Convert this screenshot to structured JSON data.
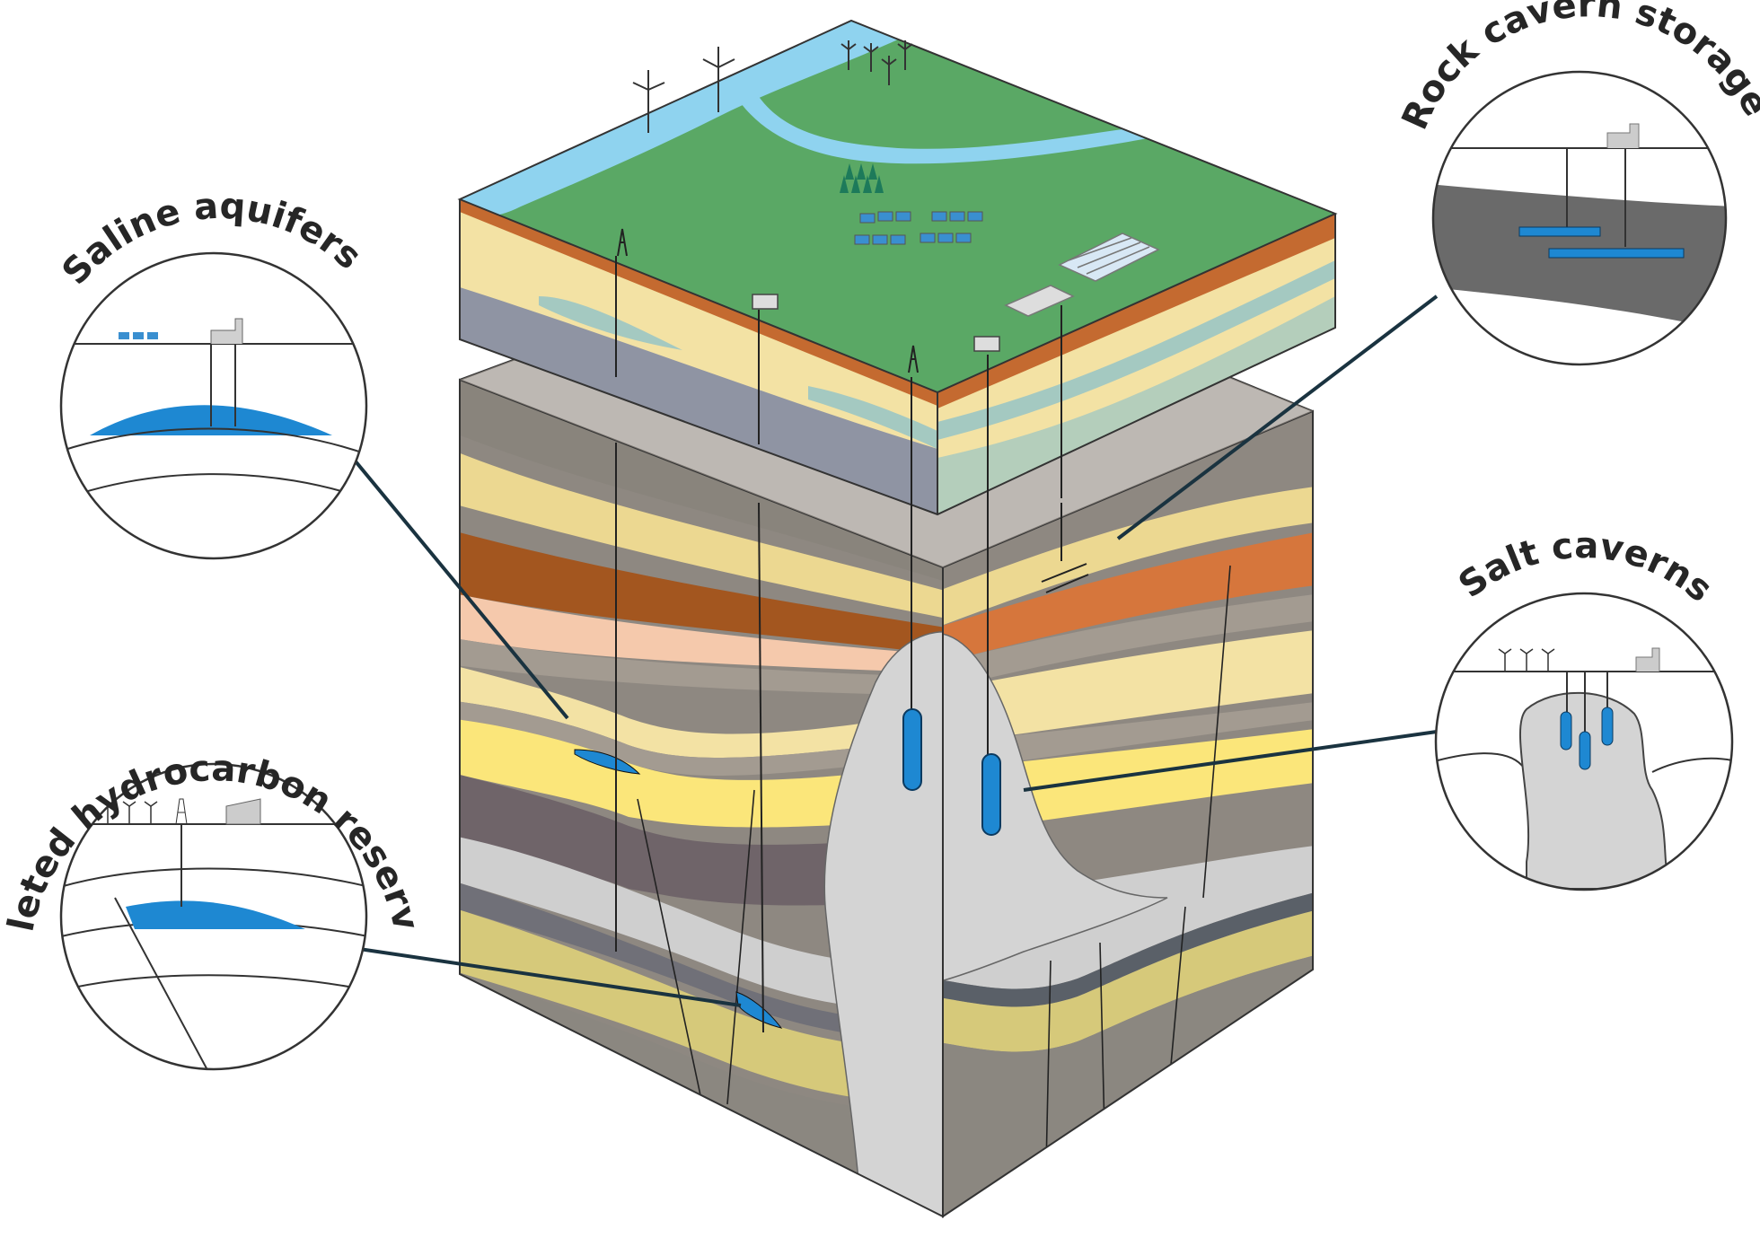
{
  "labels": {
    "saline_aquifers": "Saline aquifers",
    "depleted_reservoirs": "Depleted hydrocarbon reservoirs",
    "rock_cavern": "Rock cavern storage",
    "salt_caverns": "Salt caverns"
  },
  "colors": {
    "storage_blue": "#1e88d2",
    "grass_green": "#5aa865",
    "water_blue": "#8fd3ef",
    "sand": "#f3e2a4",
    "rock_gray": "#8e8881",
    "salt_gray": "#d4d4d4"
  },
  "icons": [
    "wind-turbine-icon",
    "solar-panel-icon",
    "tree-icon",
    "building-icon",
    "drilling-rig-icon",
    "greenhouse-icon"
  ]
}
